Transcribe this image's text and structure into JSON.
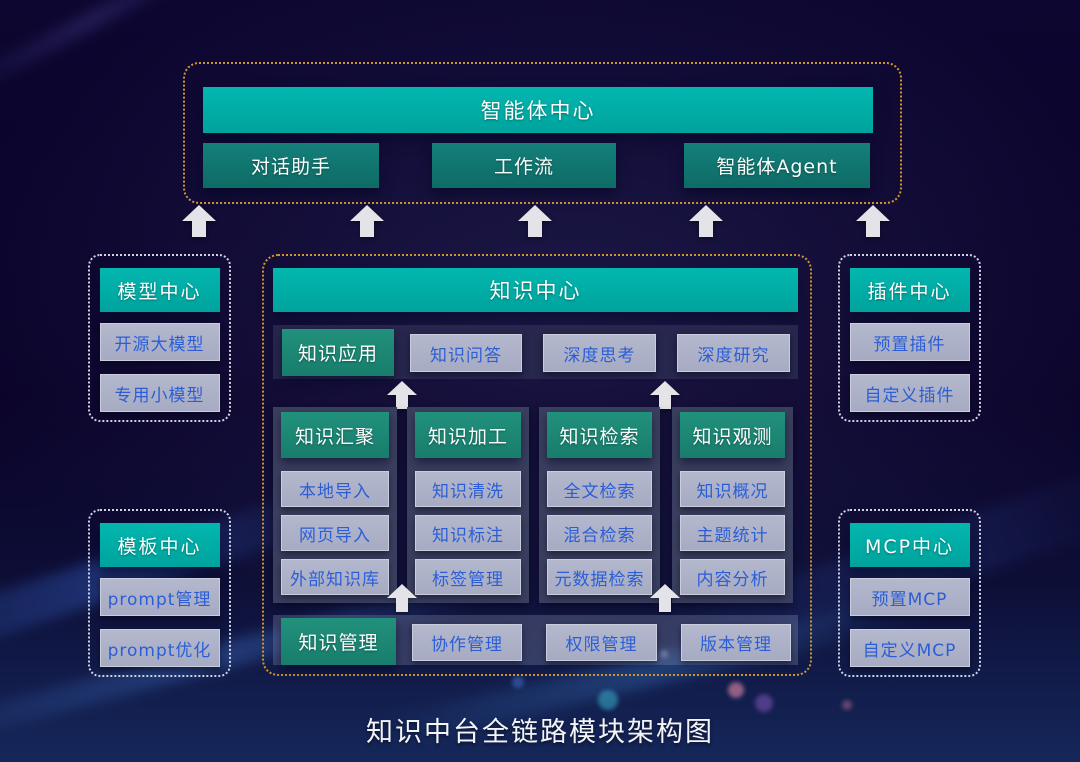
{
  "page": {
    "caption": "知识中台全链路模块架构图"
  },
  "colors": {
    "background": "#0A0328",
    "accent_teal_bright": "#00AEA8",
    "accent_teal_dark": "#11756F",
    "accent_teal_module": "#1C8A77",
    "item_bg": "#ABB0C6",
    "item_text_blue": "#2B5ED6",
    "border_orange": "#D1952D",
    "border_white": "#CFD4E2",
    "arrow": "#E4E4E8"
  },
  "agent_center": {
    "title": "智能体中心",
    "items": [
      "对话助手",
      "工作流",
      "智能体Agent"
    ]
  },
  "knowledge_center": {
    "title": "知识中心",
    "application_row": {
      "primary": "知识应用",
      "items": [
        "知识问答",
        "深度思考",
        "深度研究"
      ]
    },
    "columns": [
      {
        "title": "知识汇聚",
        "items": [
          "本地导入",
          "网页导入",
          "外部知识库"
        ]
      },
      {
        "title": "知识加工",
        "items": [
          "知识清洗",
          "知识标注",
          "标签管理"
        ]
      },
      {
        "title": "知识检索",
        "items": [
          "全文检索",
          "混合检索",
          "元数据检索"
        ]
      },
      {
        "title": "知识观测",
        "items": [
          "知识概况",
          "主题统计",
          "内容分析"
        ]
      }
    ],
    "management_row": {
      "primary": "知识管理",
      "items": [
        "协作管理",
        "权限管理",
        "版本管理"
      ]
    }
  },
  "side_panels": [
    {
      "title": "模型中心",
      "items": [
        "开源大模型",
        "专用小模型"
      ]
    },
    {
      "title": "模板中心",
      "items": [
        "prompt管理",
        "prompt优化"
      ]
    },
    {
      "title": "插件中心",
      "items": [
        "预置插件",
        "自定义插件"
      ]
    },
    {
      "title": "MCP中心",
      "items": [
        "预置MCP",
        "自定义MCP"
      ]
    }
  ]
}
